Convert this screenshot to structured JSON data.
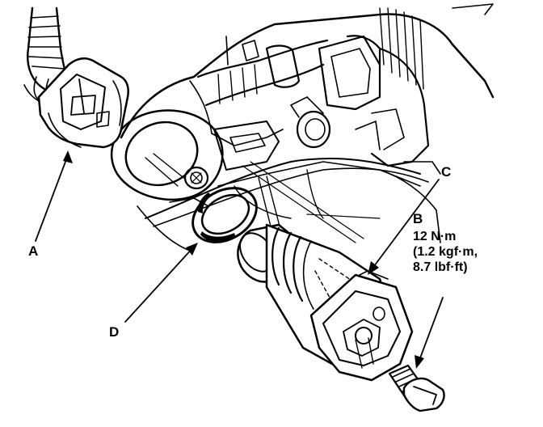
{
  "callouts": {
    "a": "A",
    "b": "B",
    "c": "C",
    "d": "D"
  },
  "torque": {
    "line1": "12 N·m",
    "line2": "(1.2 kgf·m,",
    "line3": "8.7 lbf·ft)"
  }
}
